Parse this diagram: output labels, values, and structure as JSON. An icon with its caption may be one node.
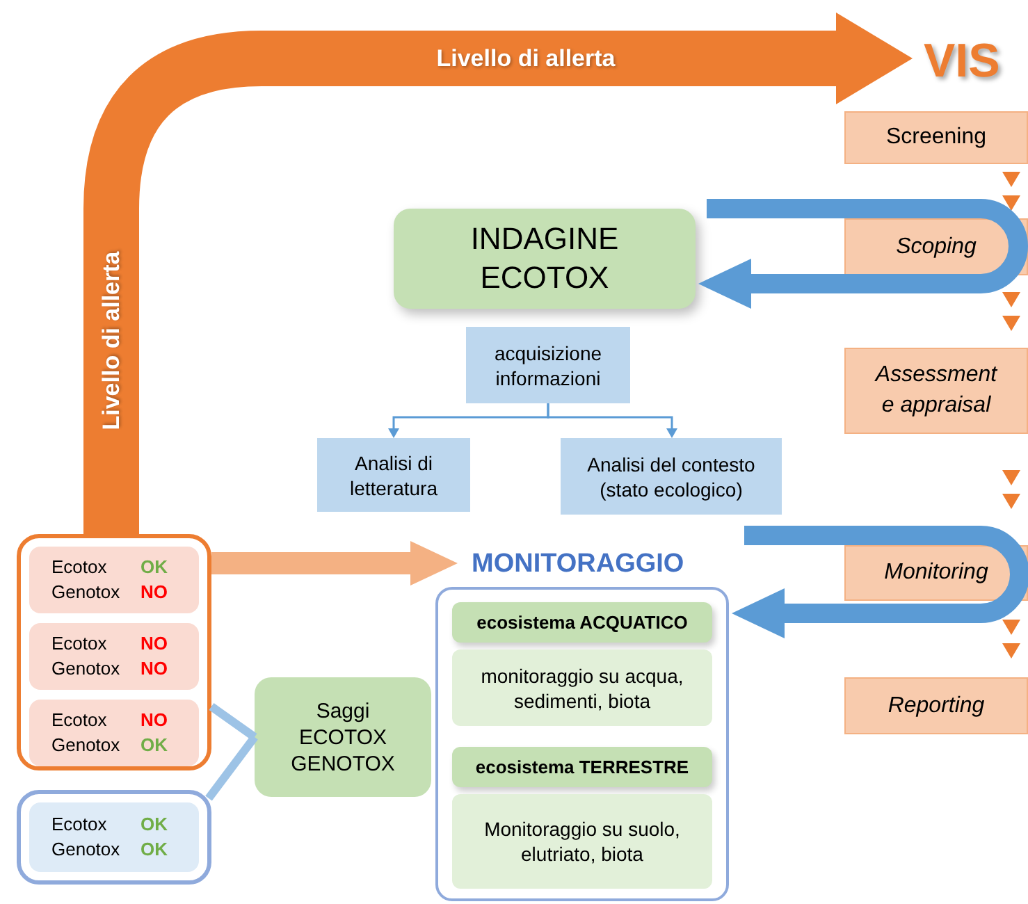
{
  "diagram": {
    "nodes": [
      {
        "text": [
          "VIS"
        ]
      },
      {
        "text": [
          "Screening"
        ]
      },
      {
        "text": [
          "Scoping"
        ]
      },
      {
        "text": [
          "Assessment e appraisal"
        ]
      },
      {
        "text": [
          "Monitoring"
        ]
      },
      {
        "text": [
          "Reporting"
        ]
      },
      {
        "text": [
          "INDAGINE ECOTOX"
        ]
      },
      {
        "text": [
          "acquisizione informazioni"
        ]
      },
      {
        "text": [
          "Analisi di letteratura"
        ]
      },
      {
        "text": [
          "Analisi del contesto (stato ecologico)"
        ]
      },
      {
        "text": [],
        "shape": "box"
      },
      {
        "text": [
          "Ecotox",
          "OK",
          "Genotox",
          "NO"
        ],
        "in": 10
      },
      {
        "text": [
          "Ecotox",
          "NO",
          "Genotox",
          "NO"
        ],
        "in": 10
      },
      {
        "text": [
          "Ecotox",
          "NO",
          "Genotox",
          "OK"
        ],
        "in": 10
      },
      {
        "text": [],
        "shape": "box"
      },
      {
        "text": [
          "Ecotox",
          "OK",
          "Genotox",
          "OK"
        ],
        "in": 14
      },
      {
        "text": [
          "Saggi ECOTOX GENOTOX"
        ]
      },
      {
        "text": [
          "MONITORAGGIO"
        ]
      },
      {
        "text": [
          "ecosistema ACQUATICO"
        ],
        "in": 17
      },
      {
        "text": [
          "monitoraggio su acqua, sedimenti, biota"
        ],
        "in": 17
      },
      {
        "text": [
          "ecosistema TERRESTRE"
        ],
        "in": 17
      },
      {
        "text": [
          "Monitoraggio su suolo, elutriato, biota"
        ],
        "in": 17
      }
    ],
    "edges": [
      {
        "from": 10,
        "to": 0,
        "arrow": "to",
        "label": "Livello di allerta",
        "style": "thick",
        "color": "#ed7d31"
      },
      {
        "from": 1,
        "to": 2,
        "arrow": "to"
      },
      {
        "from": 2,
        "to": 3,
        "arrow": "to"
      },
      {
        "from": 3,
        "to": 4,
        "arrow": "to"
      },
      {
        "from": 4,
        "to": 5,
        "arrow": "to"
      },
      {
        "from": null,
        "to": 6,
        "arrow": "to",
        "style": "thick",
        "color": "#5b9bd5"
      },
      {
        "from": 7,
        "to": 8,
        "arrow": "to",
        "color": "#5b9bd5"
      },
      {
        "from": 7,
        "to": 9,
        "arrow": "to",
        "color": "#5b9bd5"
      },
      {
        "from": 10,
        "to": 17,
        "arrow": "to",
        "style": "thick",
        "color": "#f4b183"
      },
      {
        "from": null,
        "to": 17,
        "arrow": "to",
        "style": "thick",
        "color": "#5b9bd5"
      },
      {
        "from": 10,
        "to": 16,
        "arrow": "none",
        "color": "#9dc3e6"
      },
      {
        "from": 14,
        "to": 16,
        "arrow": "none",
        "color": "#9dc3e6"
      }
    ],
    "labels": [
      "Livello di allerta"
    ]
  }
}
